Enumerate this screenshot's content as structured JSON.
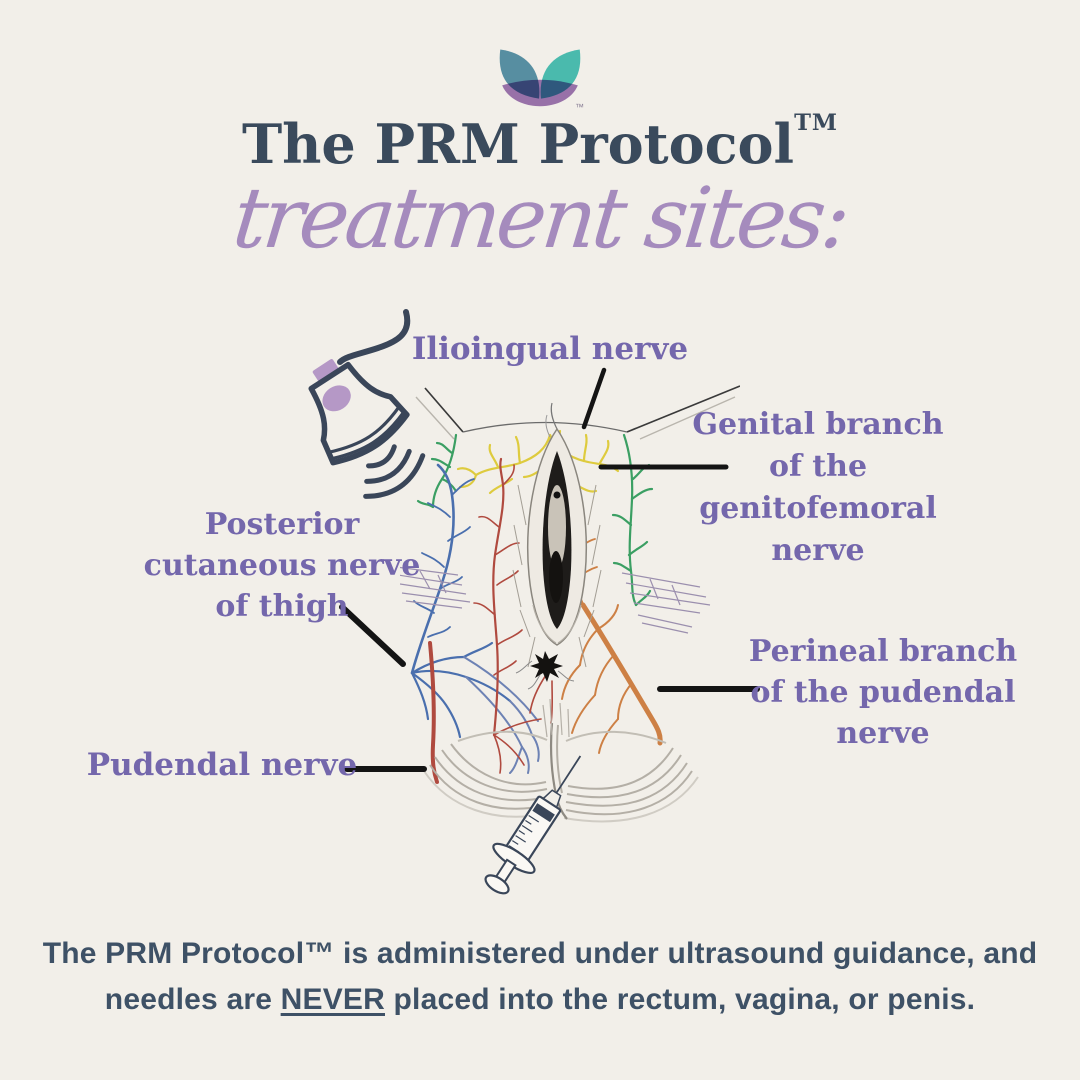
{
  "colors": {
    "background": "#f2efe9",
    "title_navy": "#3a4a5c",
    "footer_navy": "#3e5166",
    "label_purple": "#7467ac",
    "script_purple": "#a58bbd",
    "illustration_navy": "#3a4659",
    "illustration_purple": "#b598c6",
    "logo_teal_left": "#4e8fa9",
    "logo_teal_right": "#3fc2b9",
    "logo_purple": "#8f62ab",
    "nerve_yellow": "#decb3e",
    "nerve_green": "#3b9f63",
    "nerve_blue": "#4a6fae",
    "nerve_red": "#b04a3f",
    "nerve_orange": "#cd8045"
  },
  "logo": {
    "trademark": "™"
  },
  "header": {
    "title": "The PRM Protocol",
    "trademark": "TM",
    "subtitle": "treatment sites:"
  },
  "diagram": {
    "icons": {
      "ultrasound_probe": "ultrasound-probe-icon",
      "syringe": "syringe-icon",
      "anatomy": "perineal-nerve-anatomy-illustration"
    },
    "labels": {
      "ilioingual": "Ilioingual nerve",
      "genital_branch": "Genital branch\nof the\ngenitofemoral\nnerve",
      "posterior_cutaneous": "Posterior\ncutaneous nerve\nof thigh",
      "perineal_branch": "Perineal branch\nof the pudendal\nnerve",
      "pudendal": "Pudendal nerve"
    }
  },
  "footer": {
    "line1": "The PRM Protocol™ is administered under ultrasound guidance, and",
    "line2_before": "needles are ",
    "line2_emphasis": "NEVER",
    "line2_after": " placed into the rectum, vagina, or penis."
  }
}
